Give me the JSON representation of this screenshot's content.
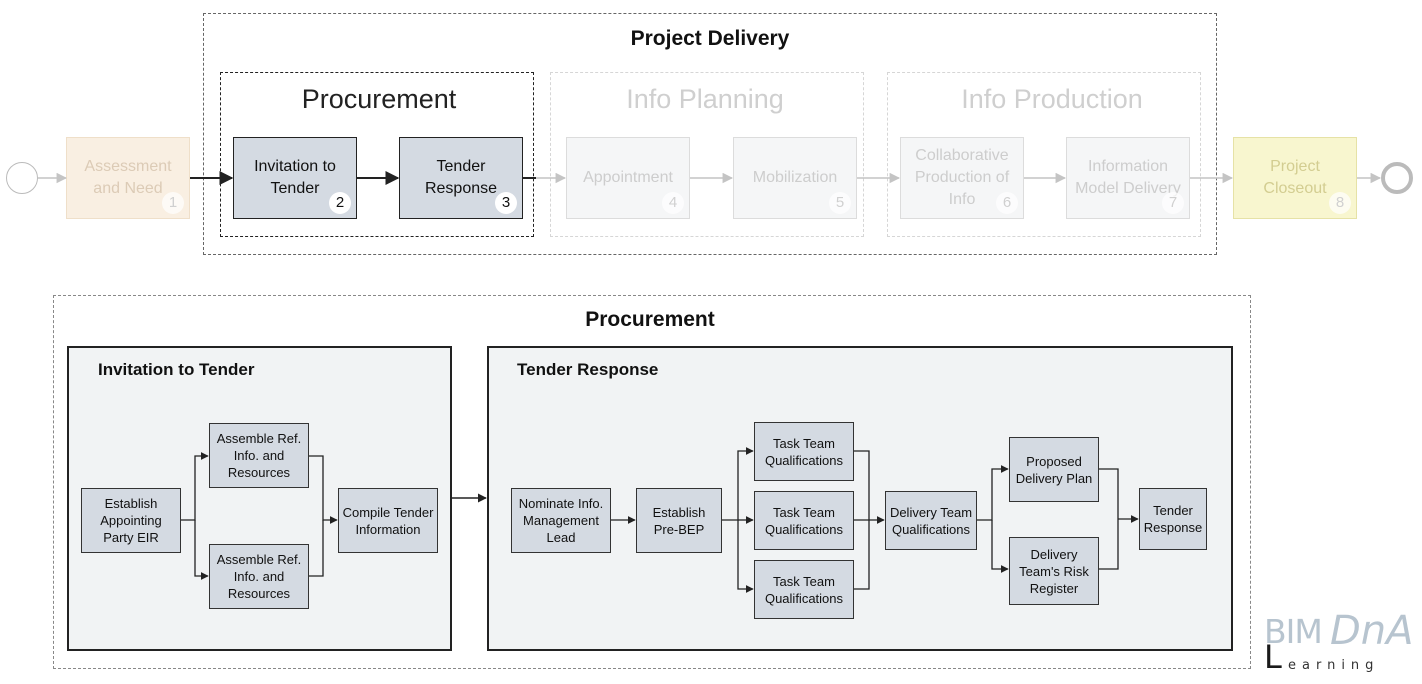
{
  "top": {
    "delivery_title": "Project Delivery",
    "phases": [
      {
        "title": "Procurement"
      },
      {
        "title": "Info Planning"
      },
      {
        "title": "Info Production"
      }
    ],
    "stages": [
      {
        "label": "Assessment and Need",
        "num": "1"
      },
      {
        "label": "Invitation to Tender",
        "num": "2"
      },
      {
        "label": "Tender Response",
        "num": "3"
      },
      {
        "label": "Appointment",
        "num": "4"
      },
      {
        "label": "Mobilization",
        "num": "5"
      },
      {
        "label": "Collaborative Production of Info",
        "num": "6"
      },
      {
        "label": "Information Model Delivery",
        "num": "7"
      },
      {
        "label": "Project Closeout",
        "num": "8"
      }
    ]
  },
  "bottom": {
    "title": "Procurement",
    "itt": {
      "title": "Invitation to Tender",
      "tasks": [
        "Establish Appointing Party EIR",
        "Assemble Ref. Info. and Resources",
        "Assemble Ref. Info. and Resources",
        "Compile Tender Information"
      ]
    },
    "tr": {
      "title": "Tender Response",
      "tasks": [
        "Nominate Info. Management Lead",
        "Establish Pre-BEP",
        "Task Team Qualifications",
        "Task Team Qualifications",
        "Task Team Qualifications",
        "Delivery Team Qualifications",
        "Proposed Delivery Plan",
        "Delivery Team's Risk Register",
        "Tender Response"
      ]
    }
  },
  "logo": {
    "bim": "BIM",
    "dna": "DnA",
    "l": "L",
    "learning": "earning"
  },
  "colors": {
    "active_fill": "#d4dae2",
    "faded_fill": "#f5f6f7",
    "assessment_fill": "#f9efe2",
    "closeout_fill": "#f8f6cf",
    "panel_fill": "#f1f3f4"
  }
}
